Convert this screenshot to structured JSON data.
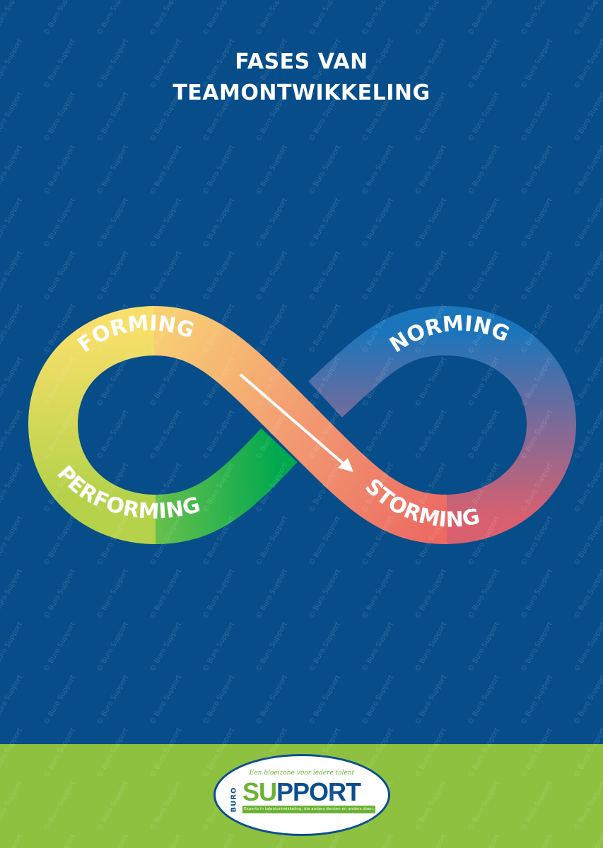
{
  "title": {
    "line1": "FASES VAN",
    "line2": "TEAMONTWIKKELING"
  },
  "phases": {
    "forming": "FORMING",
    "storming": "STORMING",
    "norming": "NORMING",
    "performing": "PERFORMING"
  },
  "colors": {
    "background": "#064d8a",
    "footer": "#8dc13f",
    "performing": "#00a84f",
    "forming": "#f7df6a",
    "storming": "#ec6a62",
    "norming": "#1a75bb"
  },
  "watermark": "© Buro Support",
  "logo": {
    "tagline": "Een bloeizone voor iedere talent",
    "buro": "BURO",
    "support_su": "SU",
    "support_rest": "PPORT",
    "subline": "Experts in talentontwikkeling, die anders denken en anders doen."
  }
}
